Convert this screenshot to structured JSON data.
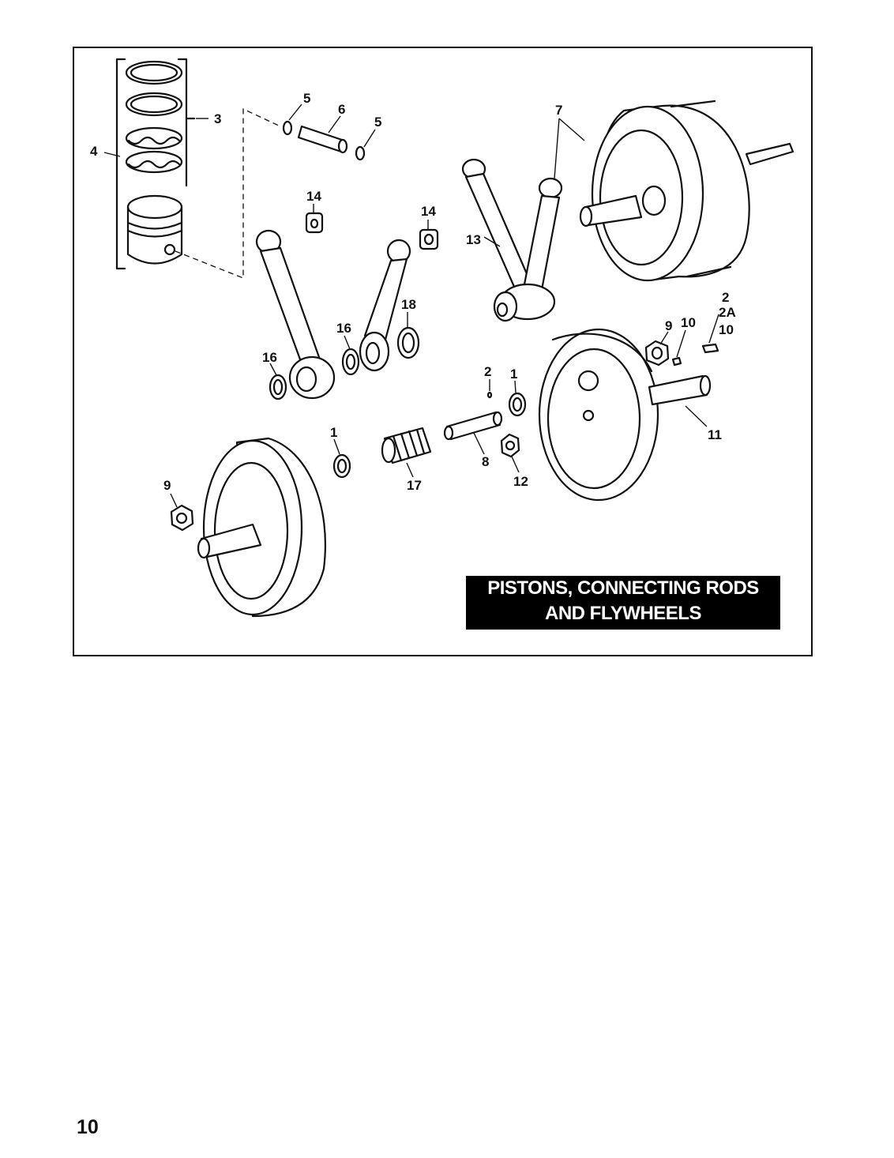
{
  "figure": {
    "title_line1": "PISTONS, CONNECTING RODS",
    "title_line2": "AND FLYWHEELS",
    "callouts": {
      "c1a": "1",
      "c1b": "1",
      "c2": "2",
      "c2b": "2",
      "c2a": "2A",
      "c3": "3",
      "c4": "4",
      "c5a": "5",
      "c5b": "5",
      "c6": "6",
      "c7": "7",
      "c8": "8",
      "c9a": "9",
      "c9b": "9",
      "c10a": "10",
      "c10b": "10",
      "c11": "11",
      "c12": "12",
      "c13": "13",
      "c14a": "14",
      "c14b": "14",
      "c16a": "16",
      "c16b": "16",
      "c17": "17",
      "c18": "18"
    }
  },
  "page": {
    "number": "10"
  }
}
